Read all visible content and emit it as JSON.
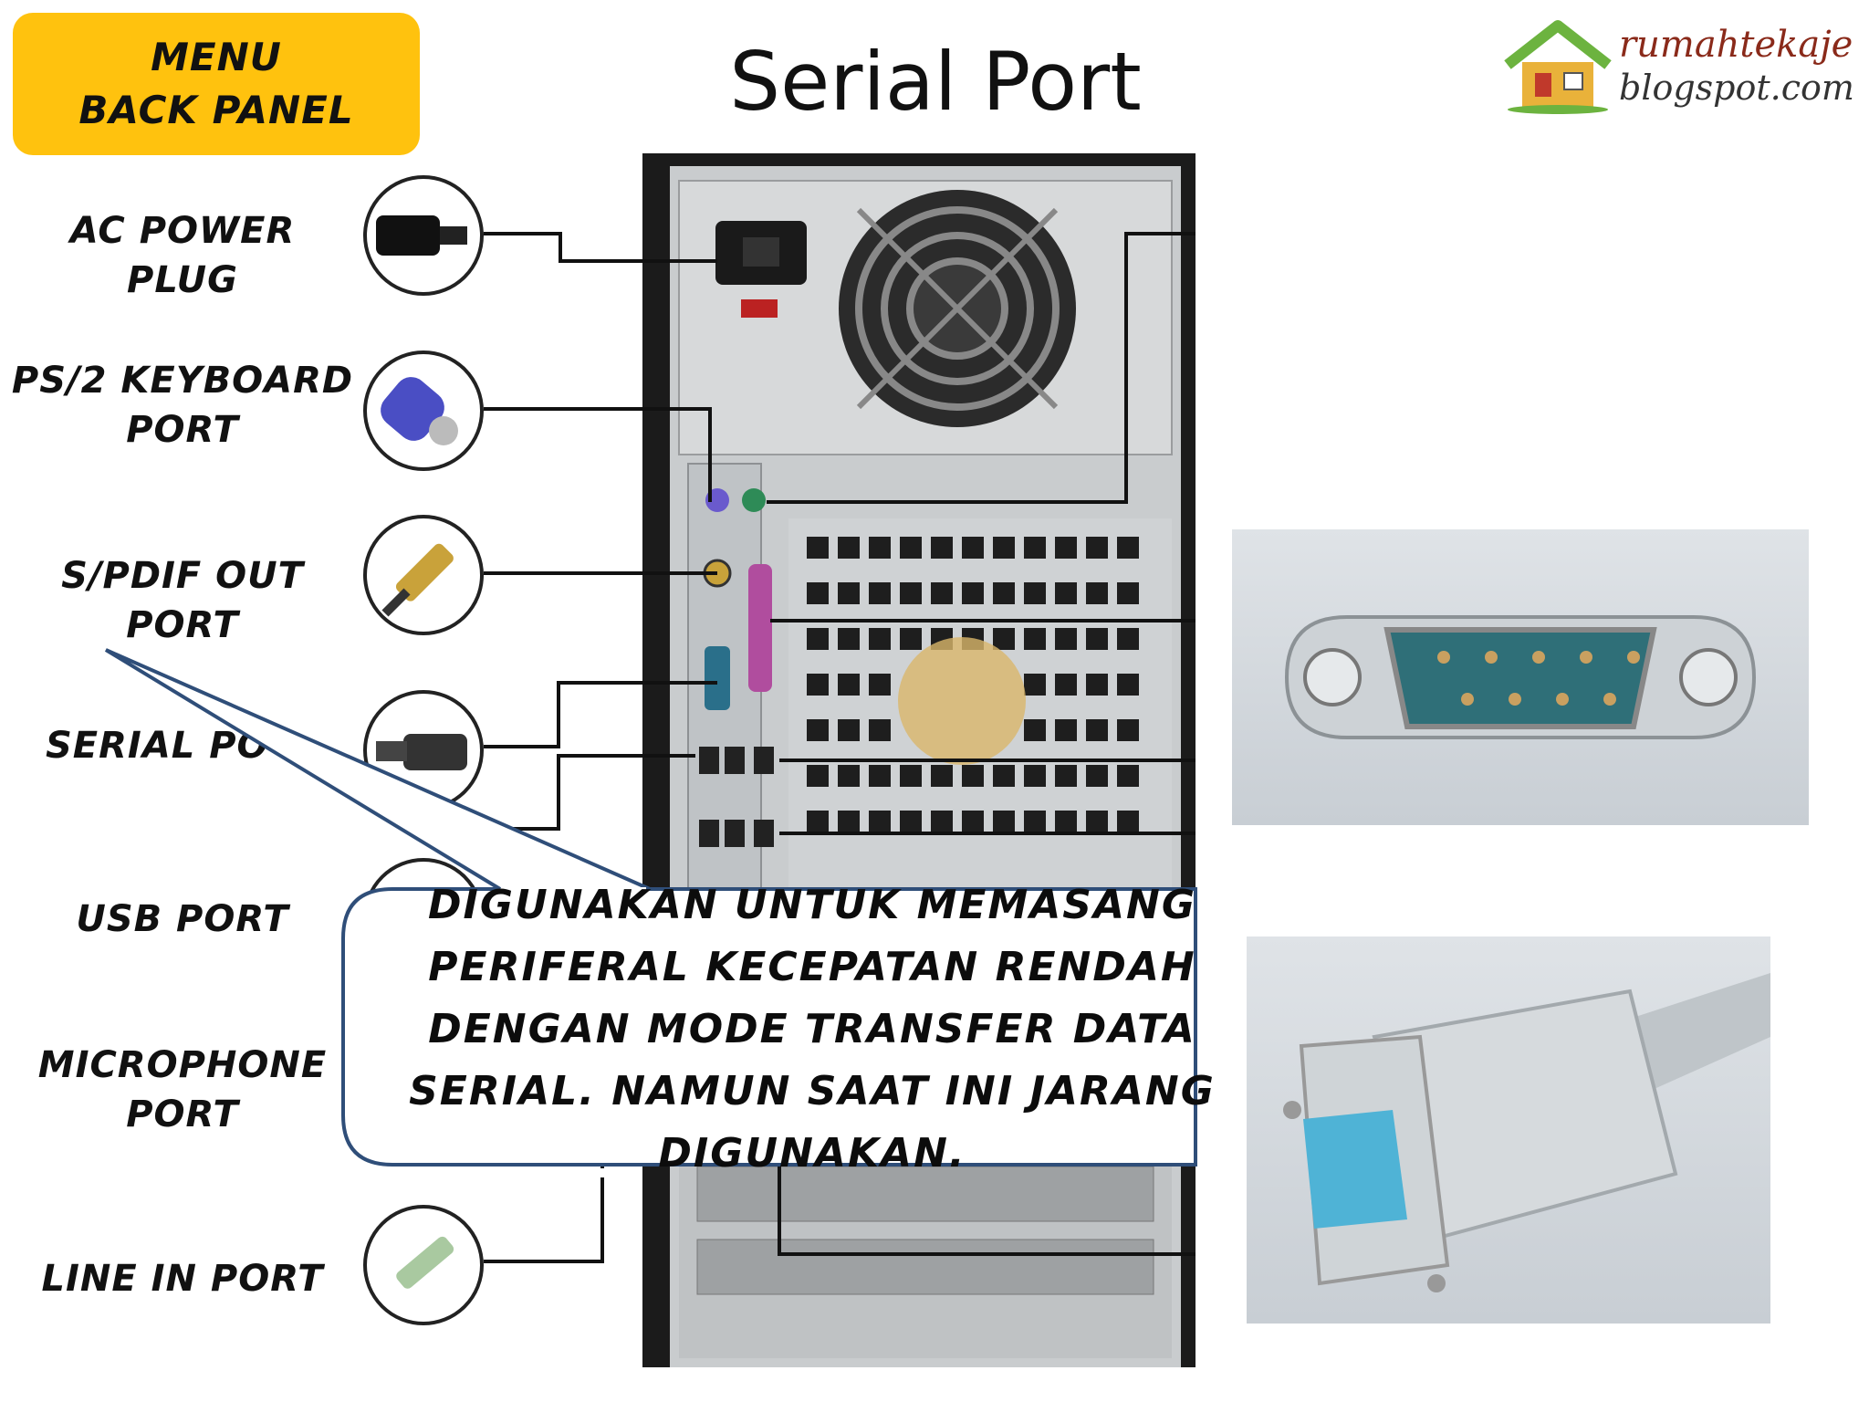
{
  "title": "Serial Port",
  "menu": {
    "line1": "Menu",
    "line2": "Back Panel"
  },
  "logo": {
    "line1": "rumahtekaje",
    "line2": "blogspot.com"
  },
  "port_labels": [
    {
      "line1": "AC Power Plug",
      "line2": ""
    },
    {
      "line1": "PS/2 Keyboard",
      "line2": "Port"
    },
    {
      "line1": "S/PDIF Out Port",
      "line2": ""
    },
    {
      "line1": "Serial Po",
      "line2": ""
    },
    {
      "line1": "USB Port",
      "line2": ""
    },
    {
      "line1": "Microphone",
      "line2": "Port"
    },
    {
      "line1": "Line In Port",
      "line2": ""
    }
  ],
  "callout": {
    "lines": [
      "Digunakan untuk memasang",
      "periferal kecepatan rendah",
      "dengan mode transfer data",
      "serial. Namun saat ini jarang",
      "digunakan."
    ]
  },
  "colors": {
    "menu_bg": "#FFC20E",
    "callout_border": "#2F4E79"
  },
  "icons": [
    "house-logo-icon",
    "power-plug-icon",
    "ps2-plug-icon",
    "rca-plug-icon",
    "db9-cable-icon",
    "usb-plug-icon",
    "mic-plug-icon",
    "line-in-plug-icon"
  ]
}
